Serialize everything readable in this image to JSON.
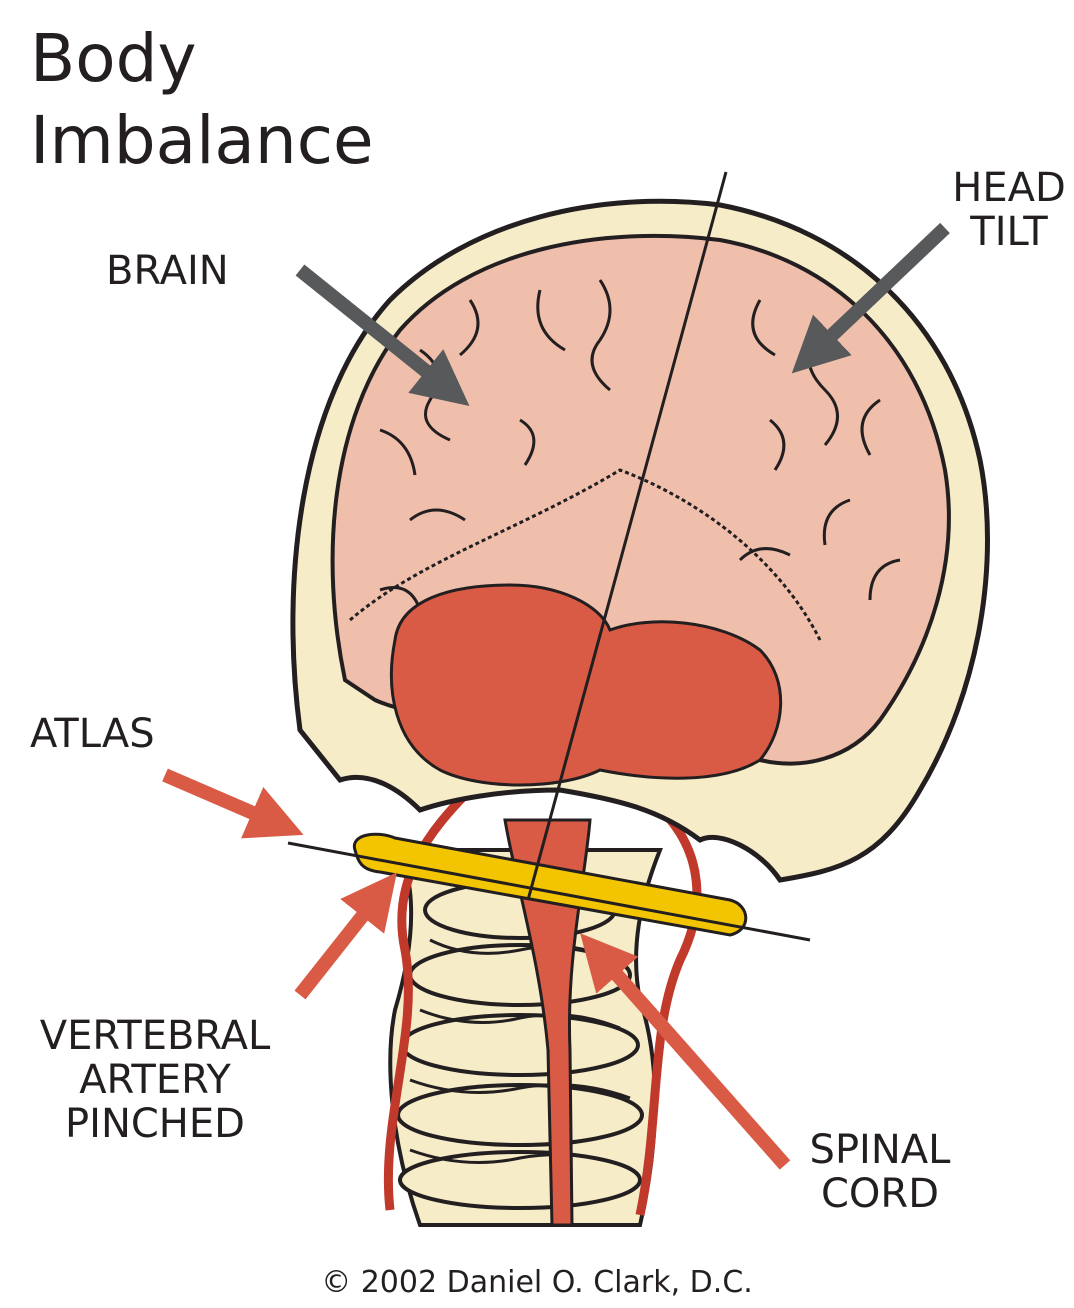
{
  "title": {
    "line1": "Body",
    "line2": "Imbalance"
  },
  "labels": {
    "brain": "BRAIN",
    "head_tilt": [
      "HEAD",
      "TILT"
    ],
    "atlas": "ATLAS",
    "vertebral_artery": [
      "VERTEBRAL",
      "ARTERY",
      "PINCHED"
    ],
    "spinal_cord": [
      "SPINAL",
      "CORD"
    ]
  },
  "copyright": "© 2002 Daniel O. Clark, D.C.",
  "colors": {
    "skull": "#f6ecc8",
    "brain": "#efbfac",
    "cerebellum": "#d95b45",
    "atlas": "#f2c500",
    "artery": "#c0392b",
    "arrow_gray": "#58595b",
    "arrow_red": "#d95b45",
    "ink": "#231f20"
  }
}
